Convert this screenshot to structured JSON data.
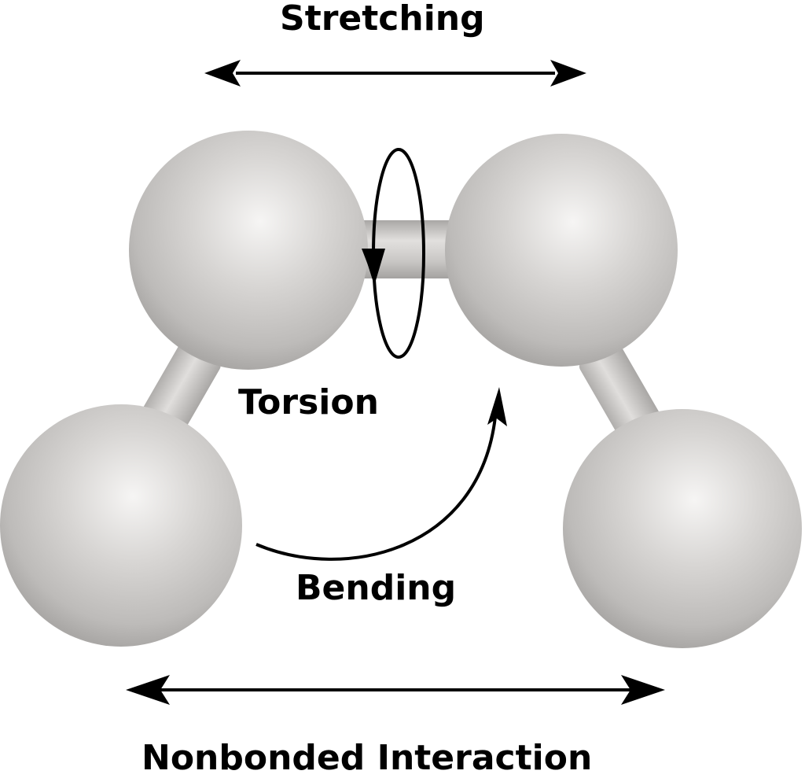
{
  "labels": {
    "stretching": "Stretching",
    "torsion": "Torsion",
    "bending": "Bending",
    "nonbonded": "Nonbonded Interaction"
  },
  "colors": {
    "atom_light": "#f4f3f2",
    "atom_mid": "#cfcdcb",
    "atom_dark": "#a9a7a5",
    "bond": "#c4c2c0",
    "arrow": "#000000",
    "background": "#ffffff"
  }
}
